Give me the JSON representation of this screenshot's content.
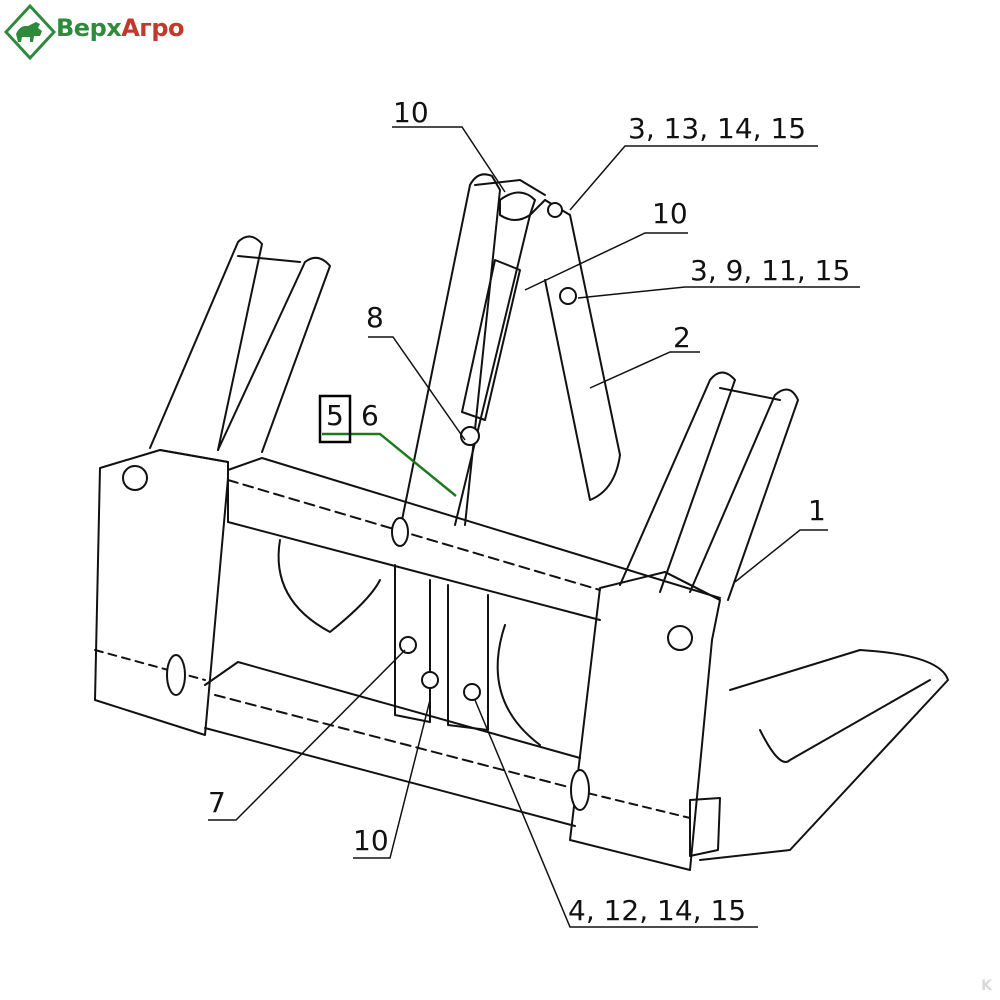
{
  "brand": {
    "name_part1": "Верх",
    "name_part2": "Агро",
    "color_primary": "#2e8b3c",
    "color_secondary": "#c0392b"
  },
  "callouts": {
    "c_top_left": "10",
    "c_top_right": "3, 13, 14, 15",
    "c_mid_10": "10",
    "c_3_9": "3, 9, 11, 15",
    "c_2": "2",
    "c_8": "8",
    "c_5": "5",
    "c_6": "6",
    "c_1": "1",
    "c_7": "7",
    "c_bottom_10": "10",
    "c_bottom_right": "4, 12, 14, 15"
  },
  "highlight": {
    "box_color": "#000000",
    "leader_color": "#1f7a1f"
  },
  "watermark": "K"
}
